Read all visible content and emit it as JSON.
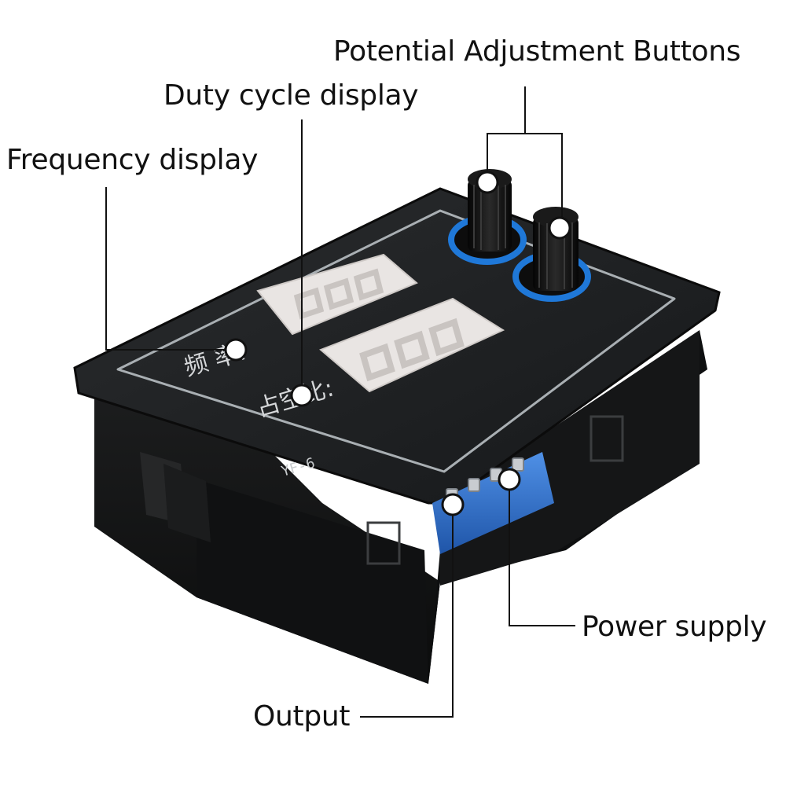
{
  "callouts": {
    "frequency": "Frequency display",
    "duty_cycle": "Duty cycle display",
    "potential": "Potential Adjustment Buttons",
    "power": "Power supply",
    "output": "Output"
  },
  "panel": {
    "freq_label": "频 率:",
    "duty_label": "占空比:",
    "model": "YF-6"
  },
  "colors": {
    "housing": "#141516",
    "face": "#1f2122",
    "face_border": "#a9afb3",
    "display_off": "#e9e5e3",
    "ring": "#1f78d8",
    "terminal": "#2d6fd0",
    "line": "#111111",
    "dot_fill": "#ffffff"
  }
}
